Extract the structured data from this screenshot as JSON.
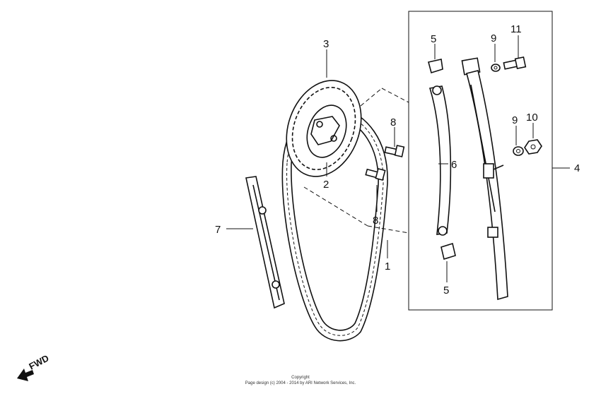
{
  "callouts": {
    "c1": "1",
    "c2": "2",
    "c3": "3",
    "c4": "4",
    "c5a": "5",
    "c5b": "5",
    "c6": "6",
    "c7": "7",
    "c8a": "8",
    "c8b": "8",
    "c9a": "9",
    "c9b": "9",
    "c10": "10",
    "c11": "11"
  },
  "fwd_label": "FWD",
  "copyright": {
    "line1": "Copyright",
    "line2": "Page design (c) 2004 - 2014 by ARI Network Services, Inc."
  },
  "colors": {
    "ink": "#111111",
    "background": "#ffffff"
  }
}
